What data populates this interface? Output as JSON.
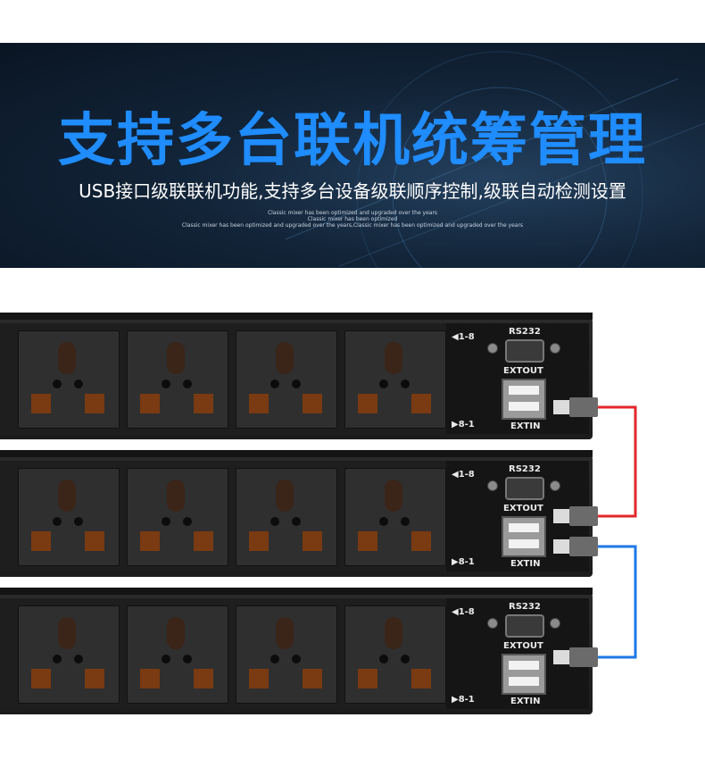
{
  "banner": {
    "title": "支持多台联机统筹管理",
    "subtitle": "USB接口级联联机功能,支持多台设备级联顺序控制,级联自动检测设置",
    "small_1": "Classic mixer has been optimized and upgraded over the years",
    "small_2": "Classic mixer has been optimized",
    "small_3": "Classic mixer has been optimized and upgraded over the years,Classic mixer has been optimized and upgraded over the years"
  },
  "panel_labels": {
    "rs232": "RS232",
    "extout": "EXTOUT",
    "extin": "EXTIN",
    "seq_up": "◀1-8",
    "seq_down": "▶8-1"
  },
  "colors": {
    "title": "#1f8cff",
    "cable_red": "#e3262b",
    "cable_blue": "#1e78e6"
  }
}
